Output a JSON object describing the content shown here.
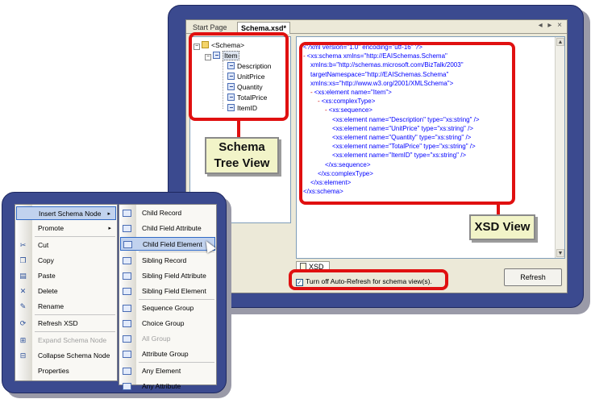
{
  "tabs": [
    {
      "label": "Start Page"
    },
    {
      "label": "Schema.xsd*"
    }
  ],
  "tab_controls": "◂ ▸ ×",
  "tree": {
    "root": "<Schema>",
    "record": "Item",
    "fields": [
      "Description",
      "UnitPrice",
      "Quantity",
      "TotalPrice",
      "ItemID"
    ]
  },
  "callouts": {
    "tree_line1": "Schema",
    "tree_line2": "Tree View",
    "xsd": "XSD View"
  },
  "xml": [
    {
      "indent": 0,
      "minus": "",
      "text": "<?xml version=\"1.0\" encoding=\"utf-16\" ?>"
    },
    {
      "indent": 0,
      "minus": "-",
      "text": "<xs:schema xmlns=\"http://EAISchemas.Schema\""
    },
    {
      "indent": 1,
      "minus": "",
      "text": "xmlns:b=\"http://schemas.microsoft.com/BizTalk/2003\""
    },
    {
      "indent": 1,
      "minus": "",
      "text": "targetNamespace=\"http://EAISchemas.Schema\""
    },
    {
      "indent": 1,
      "minus": "",
      "text": "xmlns:xs=\"http://www.w3.org/2001/XMLSchema\">"
    },
    {
      "indent": 1,
      "minus": "-",
      "text": "<xs:element name=\"Item\">"
    },
    {
      "indent": 2,
      "minus": "-",
      "text": "<xs:complexType>"
    },
    {
      "indent": 3,
      "minus": "-",
      "text": "<xs:sequence>"
    },
    {
      "indent": 4,
      "minus": "",
      "text": "<xs:element name=\"Description\" type=\"xs:string\" />"
    },
    {
      "indent": 4,
      "minus": "",
      "text": "<xs:element name=\"UnitPrice\" type=\"xs:string\" />"
    },
    {
      "indent": 4,
      "minus": "",
      "text": "<xs:element name=\"Quantity\" type=\"xs:string\" />"
    },
    {
      "indent": 4,
      "minus": "",
      "text": "<xs:element name=\"TotalPrice\" type=\"xs:string\" />"
    },
    {
      "indent": 4,
      "minus": "",
      "text": "<xs:element name=\"ItemID\" type=\"xs:string\" />"
    },
    {
      "indent": 3,
      "minus": "",
      "text": "</xs:sequence>"
    },
    {
      "indent": 2,
      "minus": "",
      "text": "</xs:complexType>"
    },
    {
      "indent": 1,
      "minus": "",
      "text": "</xs:element>"
    },
    {
      "indent": 0,
      "minus": "",
      "text": "</xs:schema>"
    }
  ],
  "xsd_tab": "XSD",
  "auto_refresh_label": "Turn off Auto-Refresh for schema view(s).",
  "auto_refresh_checked": "✓",
  "refresh_button": "Refresh",
  "menu_left": [
    {
      "label": "Insert Schema Node",
      "icon": "",
      "submenu": "▸",
      "highlight": true,
      "disabled": false
    },
    {
      "label": "Promote",
      "icon": "",
      "submenu": "▸",
      "highlight": false,
      "disabled": false
    },
    {
      "label": "Cut",
      "icon": "✂",
      "submenu": "",
      "highlight": false,
      "disabled": false
    },
    {
      "label": "Copy",
      "icon": "❐",
      "submenu": "",
      "highlight": false,
      "disabled": false
    },
    {
      "label": "Paste",
      "icon": "▤",
      "submenu": "",
      "highlight": false,
      "disabled": false
    },
    {
      "label": "Delete",
      "icon": "✕",
      "submenu": "",
      "highlight": false,
      "disabled": false
    },
    {
      "label": "Rename",
      "icon": "✎",
      "submenu": "",
      "highlight": false,
      "disabled": false
    },
    {
      "label": "Refresh XSD",
      "icon": "⟳",
      "submenu": "",
      "highlight": false,
      "disabled": false
    },
    {
      "label": "Expand Schema Node",
      "icon": "⊞",
      "submenu": "",
      "highlight": false,
      "disabled": true
    },
    {
      "label": "Collapse Schema Node",
      "icon": "⊟",
      "submenu": "",
      "highlight": false,
      "disabled": false
    },
    {
      "label": "Properties",
      "icon": "",
      "submenu": "",
      "highlight": false,
      "disabled": false
    }
  ],
  "menu_right": [
    {
      "label": "Child Record",
      "highlight": false,
      "disabled": false
    },
    {
      "label": "Child Field Attribute",
      "highlight": false,
      "disabled": false
    },
    {
      "label": "Child Field Element",
      "highlight": true,
      "disabled": false
    },
    {
      "label": "Sibling Record",
      "highlight": false,
      "disabled": false
    },
    {
      "label": "Sibling Field Attribute",
      "highlight": false,
      "disabled": false
    },
    {
      "label": "Sibling Field Element",
      "highlight": false,
      "disabled": false
    },
    {
      "label": "Sequence Group",
      "highlight": false,
      "disabled": false
    },
    {
      "label": "Choice Group",
      "highlight": false,
      "disabled": false
    },
    {
      "label": "All Group",
      "highlight": false,
      "disabled": true
    },
    {
      "label": "Attribute Group",
      "highlight": false,
      "disabled": false
    },
    {
      "label": "Any Element",
      "highlight": false,
      "disabled": false
    },
    {
      "label": "Any Attribute",
      "highlight": false,
      "disabled": false
    }
  ],
  "colors": {
    "frame": "#3b4a8f",
    "callout_red": "#e01010",
    "xml_tag": "#0000ff",
    "xml_attr": "#c00000"
  }
}
